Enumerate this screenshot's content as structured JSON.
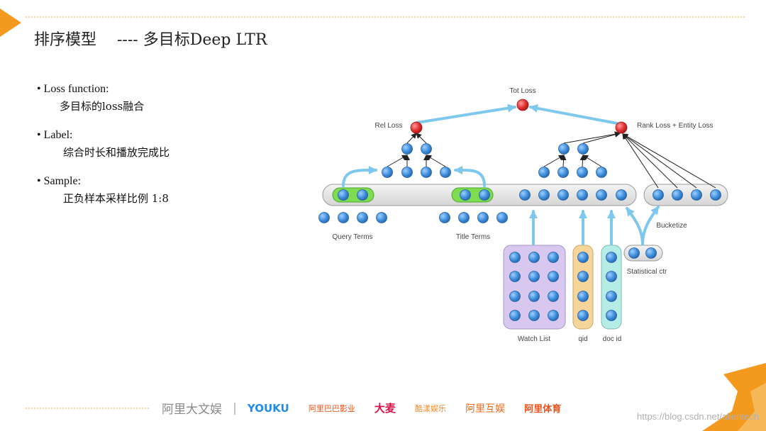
{
  "slide": {
    "title": "排序模型　 ----  多目标Deep LTR",
    "bullets": [
      {
        "head": "• Loss function:",
        "sub": "多目标的loss融合"
      },
      {
        "head": "•  Label:",
        "sub": "综合时长和播放完成比"
      },
      {
        "head": "• Sample:",
        "sub": "正负样本采样比例 1:8"
      }
    ]
  },
  "diagram": {
    "labels": {
      "tot_loss": "Tot Loss",
      "rel_loss": "Rel Loss",
      "rank_loss": "Rank Loss + Entity Loss",
      "query_terms": "Query Terms",
      "title_terms": "Title Terms",
      "bucketize": "Bucketize",
      "statistical_ctr": "Statistical ctr",
      "watch_list": "Watch List",
      "qid": "qid",
      "doc_id": "doc id"
    },
    "colors": {
      "node_blue": "#3f8fdc",
      "loss_red": "#e03030",
      "arrow_light": "#7ec8ee",
      "green_highlight": "#7ddc4f",
      "watch_bg": "#d8c8f0",
      "qid_bg": "#f5d59a",
      "doc_bg": "#b6ece6"
    }
  },
  "footer": {
    "logos": [
      "阿里大文娱",
      "|",
      "YOUKU",
      "阿里巴巴影业",
      "大麦",
      "酷漾娱乐",
      "阿里互娱",
      "阿里体育"
    ],
    "watermark": "https://blog.csdn.net/alientech"
  },
  "theme": {
    "accent": "#f39a1e"
  }
}
